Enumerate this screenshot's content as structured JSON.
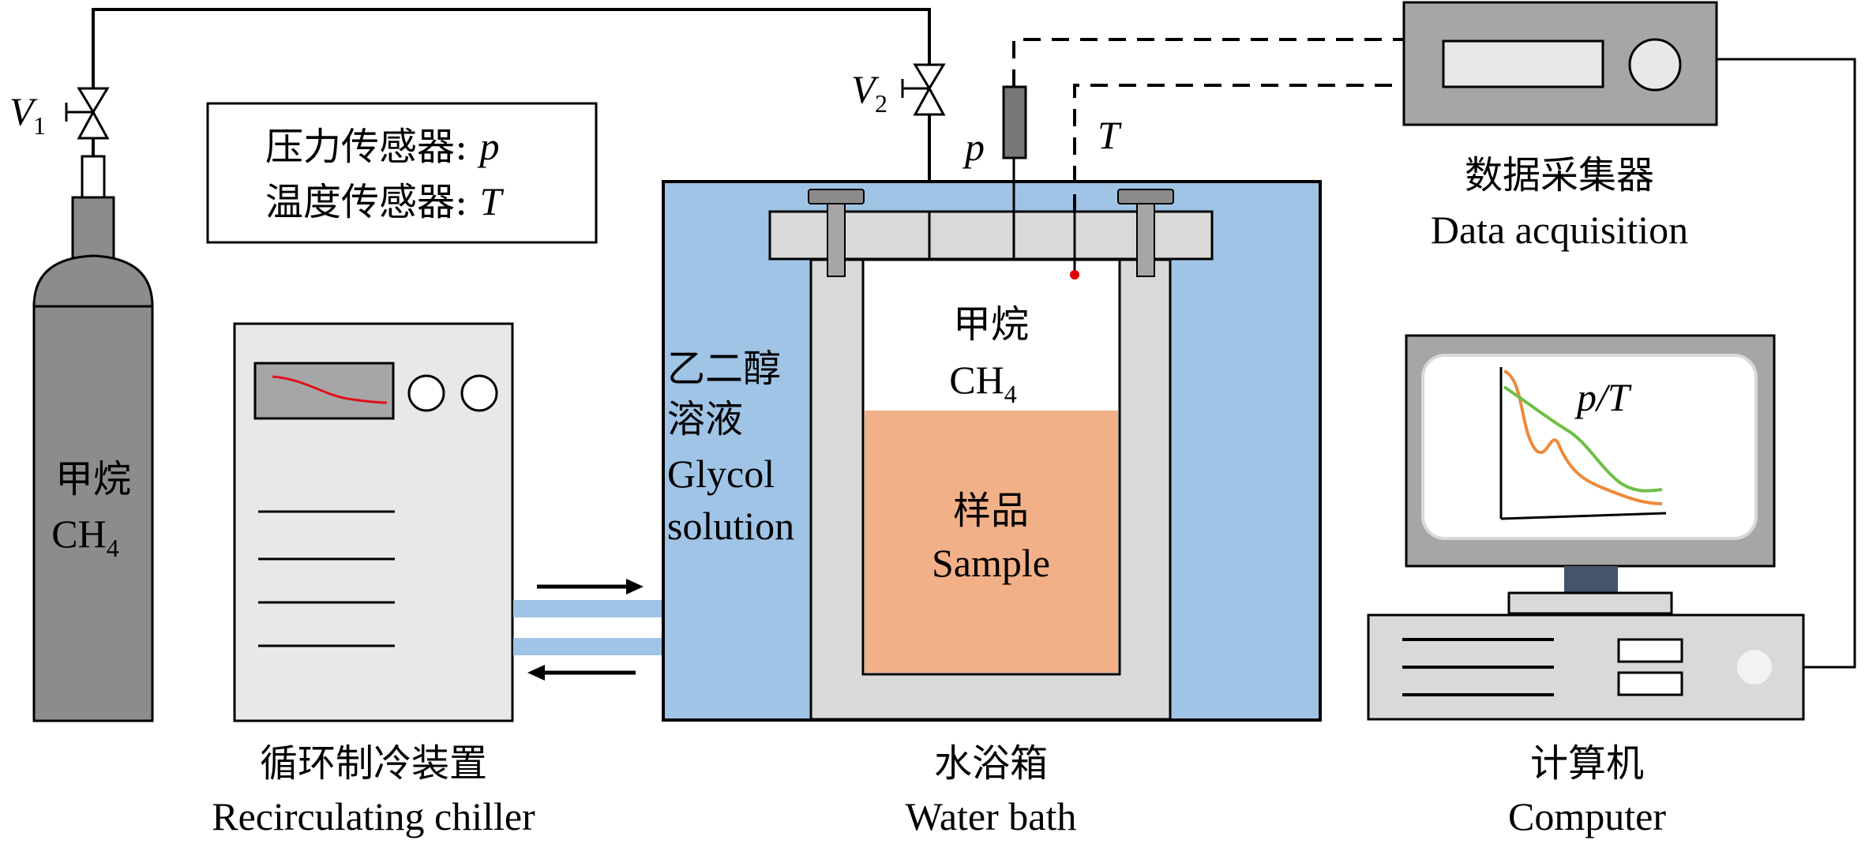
{
  "legend_box": {
    "pressure_line": "压力传感器: ",
    "pressure_symbol": "p",
    "temperature_line": "温度传感器: ",
    "temperature_symbol": "T"
  },
  "valves": {
    "v1_letter": "V",
    "v1_sub": "1",
    "v2_letter": "V",
    "v2_sub": "2"
  },
  "sensors": {
    "p": "p",
    "T": "T"
  },
  "cylinder": {
    "cn": "甲烷",
    "en": "CH",
    "sub": "4"
  },
  "chiller": {
    "cn": "循环制冷装置",
    "en": "Recirculating chiller"
  },
  "glycol": {
    "cn1": "乙二醇",
    "cn2": "溶液",
    "en1": "Glycol",
    "en2": "solution"
  },
  "reactor": {
    "gas_cn": "甲烷",
    "gas_en": "CH",
    "gas_sub": "4",
    "sample_cn": "样品",
    "sample_en": "Sample"
  },
  "water_bath": {
    "cn": "水浴箱",
    "en": "Water bath"
  },
  "data_acquisition": {
    "cn": "数据采集器",
    "en": "Data acquisition"
  },
  "computer": {
    "cn": "计算机",
    "en": "Computer",
    "screen_label": "p/T"
  },
  "colors": {
    "water_bath": "#a0c4e6",
    "reactor_wall": "#d9d9d9",
    "sample": "#f2b088",
    "cylinder": "#8c8c8c",
    "chiller": "#e8e8e8",
    "device": "#a6a6a6",
    "curve_orange": "#ee8a3a",
    "curve_green": "#6fbf45",
    "chiller_curve": "#e0101a",
    "temp_dot": "#e00000"
  }
}
